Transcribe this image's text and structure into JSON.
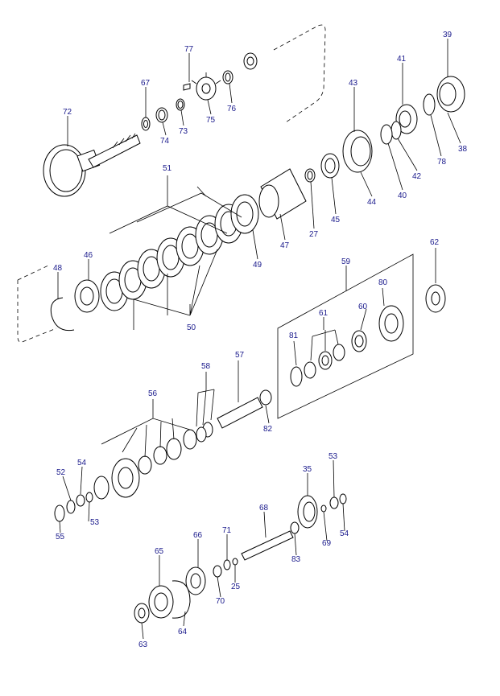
{
  "labels": {
    "p39": "39",
    "p41": "41",
    "p43": "43",
    "p77": "77",
    "p67": "67",
    "p72": "72",
    "p74": "74",
    "p73": "73",
    "p75": "75",
    "p76": "76",
    "p78": "78",
    "p38": "38",
    "p42": "42",
    "p40": "40",
    "p44": "44",
    "p45": "45",
    "p27": "27",
    "p47": "47",
    "p51": "51",
    "p49": "49",
    "p48": "48",
    "p46": "46",
    "p50": "50",
    "p59": "59",
    "p62": "62",
    "p80": "80",
    "p60": "60",
    "p61": "61",
    "p81": "81",
    "p58": "58",
    "p57": "57",
    "p56": "56",
    "p82": "82",
    "p52": "52",
    "p54a": "54",
    "p53a": "53",
    "p55": "55",
    "p53b": "53",
    "p35": "35",
    "p68": "68",
    "p69": "69",
    "p54b": "54",
    "p71": "71",
    "p66": "66",
    "p65": "65",
    "p83": "83",
    "p25": "25",
    "p70": "70",
    "p64": "64",
    "p63": "63"
  },
  "colors": {
    "label": "#1a1a8c",
    "line": "#000000"
  }
}
